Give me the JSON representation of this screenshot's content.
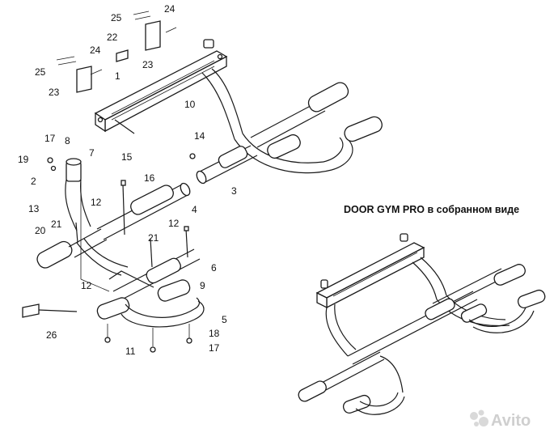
{
  "caption": "DOOR GYM PRO в собранном виде",
  "watermark": "Avito",
  "exploded_view": {
    "part_labels": [
      "25",
      "24",
      "22",
      "24",
      "23",
      "25",
      "23",
      "1",
      "10",
      "7",
      "15",
      "14",
      "3",
      "17",
      "8",
      "19",
      "2",
      "16",
      "12",
      "4",
      "13",
      "21",
      "12",
      "20",
      "21",
      "6",
      "12",
      "9",
      "26",
      "5",
      "18",
      "11",
      "17"
    ]
  }
}
